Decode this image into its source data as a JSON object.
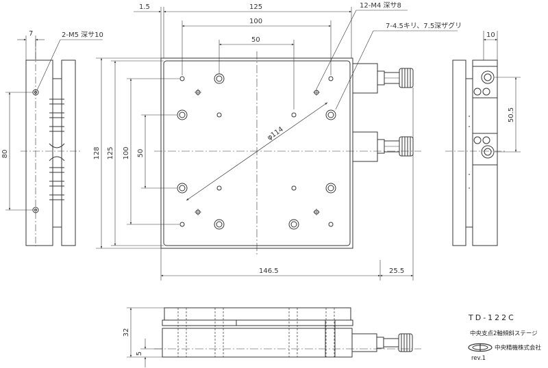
{
  "dims": {
    "d1_5": "1.5",
    "d125_top": "125",
    "d100_top": "100",
    "d50_top": "50",
    "d7": "7",
    "d10": "10",
    "d80": "80",
    "d128": "128",
    "d125_left": "125",
    "d100_left": "100",
    "d50_left": "50",
    "d146_5": "146.5",
    "d25_5": "25.5",
    "d50_5": "50.5",
    "d32": "32",
    "d5": "5",
    "phi114": "φ114"
  },
  "notes": {
    "m4": "12-M4 深サ8",
    "holes": "7-4.5キリ、7.5深ザグリ",
    "m5": "2-M5 深サ10"
  },
  "title_block": {
    "model": "TD-122C",
    "product_name": "中央支点2軸傾斜ステージ",
    "maker": "中央精機株式会社",
    "revision": "rev.1"
  },
  "colors": {
    "line": "#333333",
    "fill": "#ffffff"
  }
}
